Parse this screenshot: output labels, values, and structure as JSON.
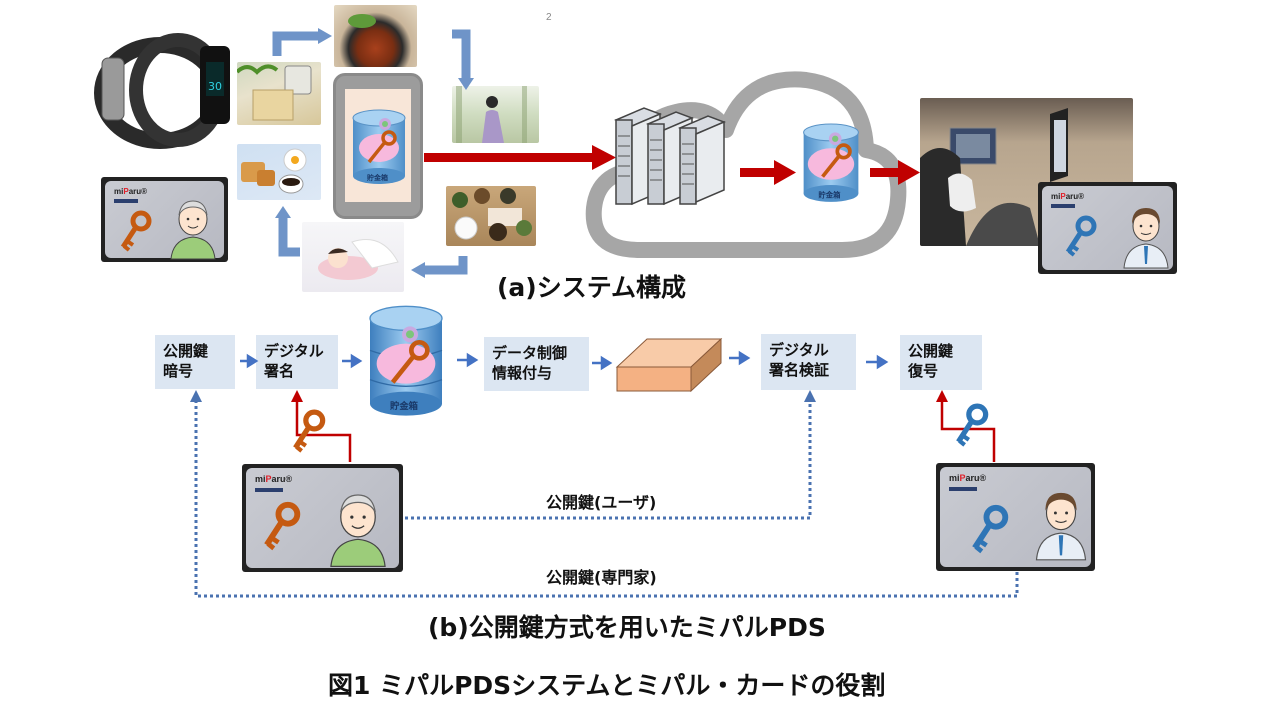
{
  "page": {
    "number": "2"
  },
  "section_a": {
    "caption": "(a)システム構成",
    "smartwatch": "smartwatch-photo",
    "lifelog_photos": [
      "health-measurement",
      "meal-pasta",
      "walking-woman",
      "breakfast",
      "japanese-meal",
      "sleeping-child"
    ],
    "phone_db_label": "貯金箱",
    "cloud_db_label": "貯金箱",
    "user_card": {
      "brand_prefix": "mi",
      "brand_p": "P",
      "brand_suffix": "aru",
      "reg": "®",
      "person": "elderly-user"
    },
    "expert_card": {
      "brand_prefix": "mi",
      "brand_p": "P",
      "brand_suffix": "aru",
      "reg": "®",
      "person": "doctor"
    },
    "consult_photo": "online-consultation-photo"
  },
  "section_b": {
    "caption": "(b)公開鍵方式を用いたミパルPDS",
    "flow": [
      {
        "id": "encrypt",
        "label": "公開鍵\n暗号"
      },
      {
        "id": "sign",
        "label": "デジタル\n署名"
      },
      {
        "id": "db",
        "label": "貯金箱"
      },
      {
        "id": "control",
        "label": "データ制御\n情報付与"
      },
      {
        "id": "package",
        "label": ""
      },
      {
        "id": "verify",
        "label": "デジタル\n署名検証"
      },
      {
        "id": "decrypt",
        "label": "公開鍵\n復号"
      }
    ],
    "public_key_user": "公開鍵(ユーザ)",
    "public_key_expert": "公開鍵(専門家)"
  },
  "figure_caption": "図1 ミパルPDSシステムとミパル・カードの役割",
  "colors": {
    "flow_box": "#dce6f2",
    "red_arrow": "#c00000",
    "blue_arrow": "#4472c4",
    "dotted_line": "#4a72b0",
    "orange_key": "#c55a11",
    "blue_key": "#2e75b6",
    "cloud": "#a6a6a6",
    "package": "#f4b183"
  }
}
